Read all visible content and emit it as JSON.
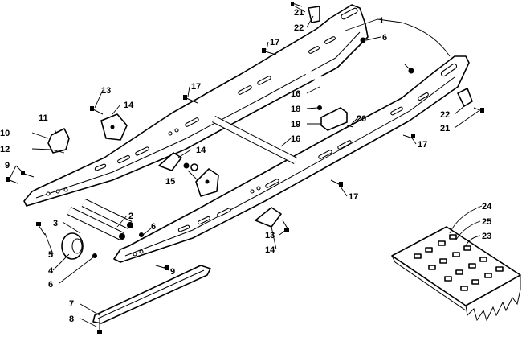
{
  "diagram": {
    "callouts": [
      {
        "id": "c1",
        "text": "1"
      },
      {
        "id": "c2",
        "text": "2"
      },
      {
        "id": "c3",
        "text": "3"
      },
      {
        "id": "c4",
        "text": "4"
      },
      {
        "id": "c5",
        "text": "5"
      },
      {
        "id": "c6a",
        "text": "6"
      },
      {
        "id": "c6b",
        "text": "6"
      },
      {
        "id": "c6c",
        "text": "6"
      },
      {
        "id": "c7",
        "text": "7"
      },
      {
        "id": "c8",
        "text": "8"
      },
      {
        "id": "c9a",
        "text": "9"
      },
      {
        "id": "c9b",
        "text": "9"
      },
      {
        "id": "c10",
        "text": "10"
      },
      {
        "id": "c11",
        "text": "11"
      },
      {
        "id": "c12",
        "text": "12"
      },
      {
        "id": "c13a",
        "text": "13"
      },
      {
        "id": "c13b",
        "text": "13"
      },
      {
        "id": "c14a",
        "text": "14"
      },
      {
        "id": "c14b",
        "text": "14"
      },
      {
        "id": "c14c",
        "text": "14"
      },
      {
        "id": "c15",
        "text": "15"
      },
      {
        "id": "c16a",
        "text": "16"
      },
      {
        "id": "c16b",
        "text": "16"
      },
      {
        "id": "c17a",
        "text": "17"
      },
      {
        "id": "c17b",
        "text": "17"
      },
      {
        "id": "c17c",
        "text": "17"
      },
      {
        "id": "c17d",
        "text": "17"
      },
      {
        "id": "c18",
        "text": "18"
      },
      {
        "id": "c19",
        "text": "19"
      },
      {
        "id": "c20",
        "text": "20"
      },
      {
        "id": "c21a",
        "text": "21"
      },
      {
        "id": "c21b",
        "text": "21"
      },
      {
        "id": "c22a",
        "text": "22"
      },
      {
        "id": "c22b",
        "text": "22"
      },
      {
        "id": "c23",
        "text": "23"
      },
      {
        "id": "c24",
        "text": "24"
      },
      {
        "id": "c25",
        "text": "25"
      }
    ]
  }
}
